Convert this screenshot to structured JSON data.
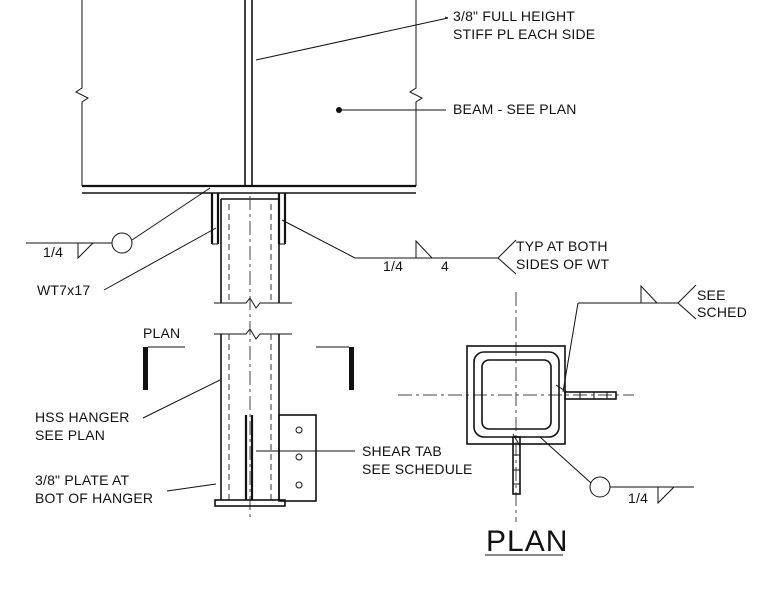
{
  "labels": {
    "stiff_pl_1": "3/8\" FULL HEIGHT",
    "stiff_pl_2": "STIFF PL EACH SIDE",
    "beam": "BEAM - SEE PLAN",
    "typ_1": "TYP AT BOTH",
    "typ_2": "SIDES OF WT",
    "weld_left": "1/4",
    "weld_mid": "1/4",
    "weld_mid_len": "4",
    "wt": "WT7x17",
    "plan_cut": "PLAN",
    "see_sched_1": "SEE",
    "see_sched_2": "SCHED",
    "hss_1": "HSS HANGER",
    "hss_2": "SEE PLAN",
    "shear_tab_1": "SHEAR TAB",
    "shear_tab_2": "SEE SCHEDULE",
    "plate_1": "3/8\" PLATE AT",
    "plate_2": "BOT OF HANGER",
    "weld_plan": "1/4",
    "plan_title": "PLAN"
  }
}
